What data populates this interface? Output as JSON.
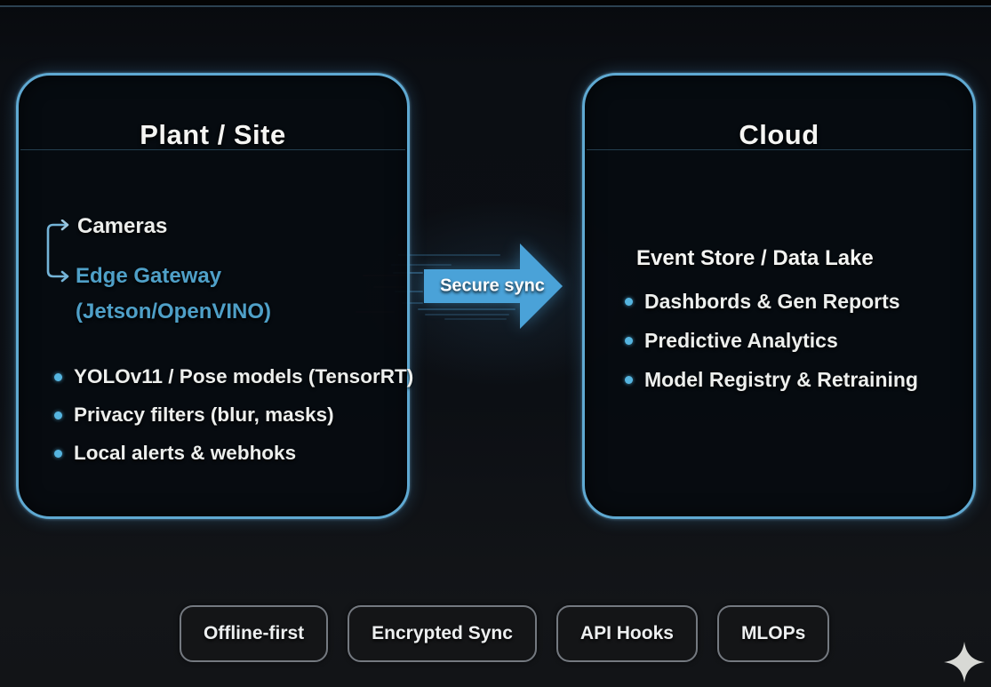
{
  "colors": {
    "panel_border": "#5fa9d2",
    "arrow_fill": "#4aa2d8",
    "bullet_dot": "#55b5e0",
    "edge_text_blue": "#4fa0c8",
    "text_primary": "#f2f2f0",
    "chip_border": "#747980",
    "sparkle": "#d8d9d5"
  },
  "left_box": {
    "title": "Plant / Site",
    "flow_items": [
      "Cameras",
      "Edge Gateway"
    ],
    "flow_subtitle": "(Jetson/OpenVINO)",
    "bullets": [
      "YOLOv11 / Pose models (TensorRT)",
      "Privacy filters (blur, masks)",
      "Local alerts & webhoks"
    ]
  },
  "arrow": {
    "label": "Secure sync"
  },
  "right_box": {
    "title": "Cloud",
    "heading": "Event Store / Data Lake",
    "bullets": [
      "Dashbords & Gen Reports",
      "Predictive Analytics",
      "Model Registry & Retraining"
    ]
  },
  "footer_chips": [
    "Offline-first",
    "Encrypted Sync",
    "API Hooks",
    "MLOPs"
  ],
  "icons": {
    "sparkle": "four-pointed-star"
  }
}
